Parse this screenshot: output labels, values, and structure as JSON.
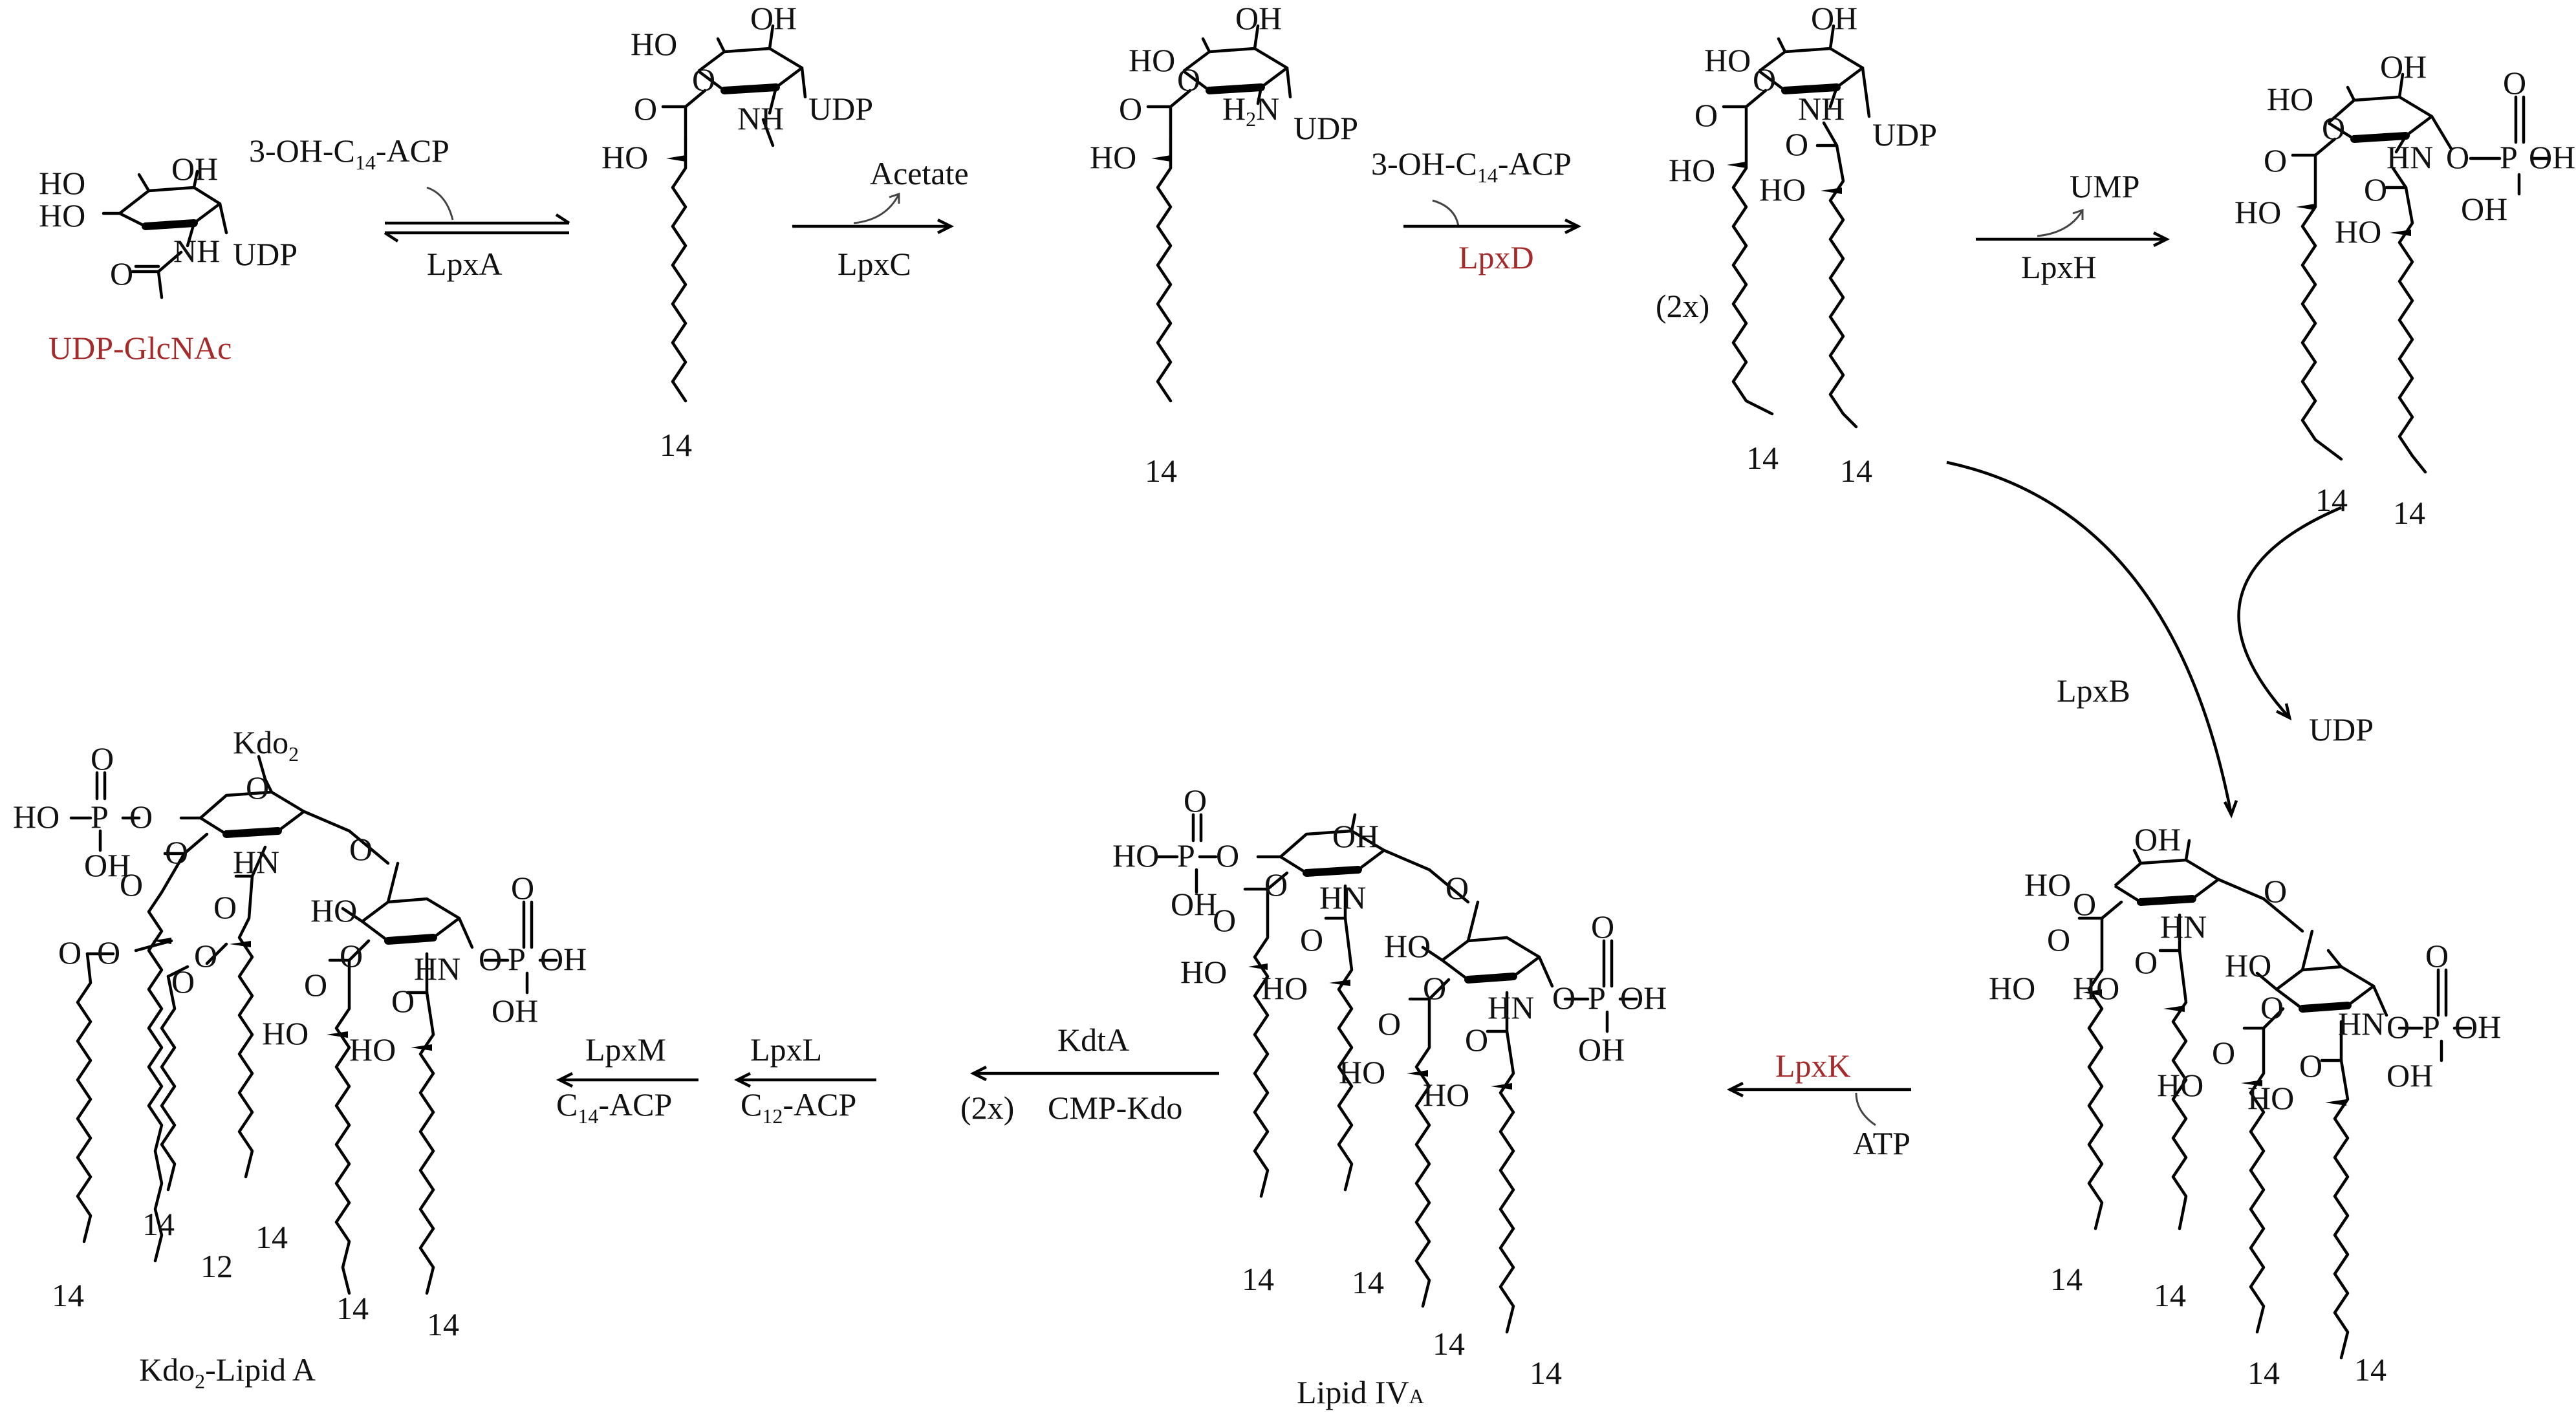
{
  "colors": {
    "ink": "#111111",
    "highlight": "#a52a2a"
  },
  "labels": {
    "udp": "UDP",
    "oh": "OH",
    "ho": "HO",
    "nh": "NH",
    "hn": "HN",
    "h2n_h": "H",
    "h2n_n": "N",
    "h2n_sub": "2",
    "o": "O",
    "p": "P",
    "kdo": "Kdo",
    "kdo_sub": "2"
  },
  "compounds": {
    "udp_glcnac": "UDP-GlcNAc",
    "lipid_iva_main": "Lipid IV",
    "lipid_iva_sub": "A",
    "kdo2_lipid_a_main": "Kdo",
    "kdo2_lipid_a_sub": "2",
    "kdo2_lipid_a_rest": "-Lipid  A"
  },
  "steps": {
    "s1": {
      "reagent_pre": "3-OH-C",
      "reagent_sub": "14",
      "reagent_post": "-ACP",
      "enzyme": "LpxA"
    },
    "s2": {
      "byproduct": "Acetate",
      "enzyme": "LpxC"
    },
    "s3": {
      "reagent_pre": "3-OH-C",
      "reagent_sub": "14",
      "reagent_post": "-ACP",
      "enzyme": "LpxD",
      "multiplier": "(2x)"
    },
    "s4": {
      "byproduct": "UMP",
      "enzyme": "LpxH"
    },
    "s5": {
      "enzyme": "LpxB",
      "byproduct": "UDP"
    },
    "s6": {
      "enzyme": "LpxK",
      "reagent": "ATP"
    },
    "s7": {
      "enzyme": "KdtA",
      "multiplier": "(2x)",
      "reagent": "CMP-Kdo"
    },
    "s8": {
      "enzyme": "LpxL",
      "reagent_pre": "C",
      "reagent_sub": "12",
      "reagent_post": "-ACP"
    },
    "s9": {
      "enzyme": "LpxM",
      "reagent_pre": "C",
      "reagent_sub": "14",
      "reagent_post": "-ACP"
    }
  },
  "chain_lengths": {
    "c14": "14",
    "c12": "12"
  }
}
